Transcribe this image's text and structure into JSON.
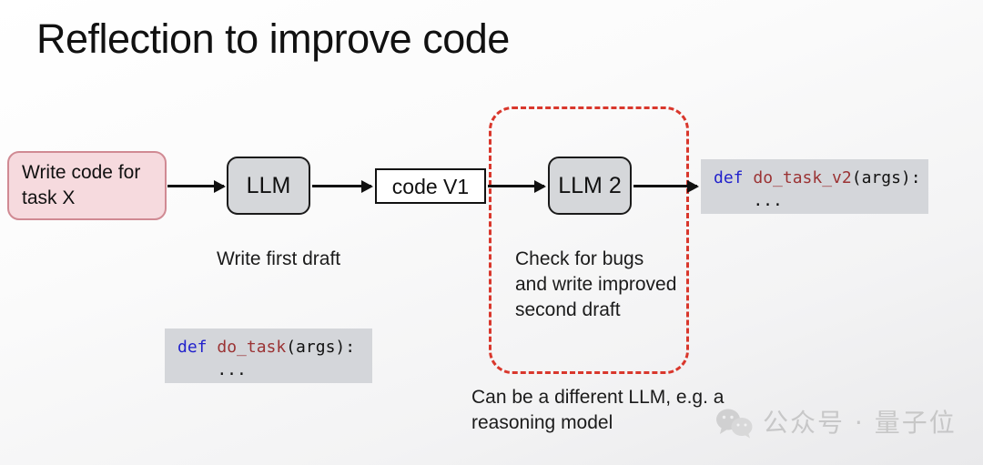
{
  "slide": {
    "title": "Reflection to improve code",
    "background_top": "#ffffff",
    "background_bottom": "#e9e9eb"
  },
  "nodes": {
    "task": {
      "label_line1": "Write code for",
      "label_line2": "task X",
      "fill": "#f6dade",
      "border": "#d08a93"
    },
    "llm1": {
      "label": "LLM",
      "fill": "#d5d7da",
      "border": "#1a1a1a"
    },
    "code_v1": {
      "label": "code V1",
      "fill": "#ffffff",
      "border": "#111111"
    },
    "llm2": {
      "label": "LLM 2",
      "fill": "#d5d7da",
      "border": "#1a1a1a"
    }
  },
  "captions": {
    "write_first_draft": "Write first draft",
    "check_bugs": "Check for bugs and write improved second draft",
    "different_llm": "Can be a different LLM, e.g. a reasoning model"
  },
  "reflection_region": {
    "border_color": "#d9372c",
    "border_style": "dashed"
  },
  "code_blocks": {
    "draft1": {
      "keyword": "def",
      "function_name": "do_task",
      "signature": "(args):",
      "body": "    ...",
      "background": "#d4d6da",
      "keyword_color": "#2222cc",
      "function_color": "#9b3334"
    },
    "draft2": {
      "keyword": "def",
      "function_name": "do_task_v2",
      "signature": "(args):",
      "body": "    ...",
      "background": "#d4d6da",
      "keyword_color": "#2222cc",
      "function_color": "#9b3334"
    }
  },
  "watermark": {
    "icon": "wechat-icon",
    "text": "公众号 · 量子位",
    "color": "#a9a9a9"
  }
}
